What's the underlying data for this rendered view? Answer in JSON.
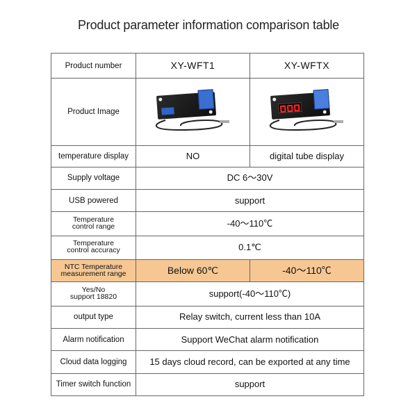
{
  "title": "Product parameter information comparison table",
  "header": {
    "label": "Product number",
    "col1": "XY-WFT1",
    "col2": "XY-WFTX"
  },
  "image_row": {
    "label": "Product Image",
    "col1_icon": "relay-board-without-display-photo",
    "col2_icon": "relay-board-with-red-digital-display-photo"
  },
  "rows": [
    {
      "label": "temperature display",
      "col1": "NO",
      "col2": "digital tube display"
    },
    {
      "label": "Supply voltage",
      "value": "DC 6～30V"
    },
    {
      "label": "USB powered",
      "value": "support"
    },
    {
      "label_line1": "Temperature",
      "label_line2": "control range",
      "value": "-40～110℃"
    },
    {
      "label_line1": "Temperature",
      "label_line2": "control accuracy",
      "value": "0.1℃"
    },
    {
      "label_line1": "NTC Temperature",
      "label_line2": "measurement range",
      "col1": "Below 60℃",
      "col2": "-40～110℃"
    },
    {
      "label_line1": "Yes/No",
      "label_line2": "support 18820",
      "value": "support(-40～110℃)"
    },
    {
      "label": "output type",
      "value": "Relay switch, current less than 10A"
    },
    {
      "label": "Alarm notification",
      "value": "Support WeChat alarm notification"
    },
    {
      "label": "Cloud data logging",
      "value": "15 days cloud record, can be exported at any time"
    },
    {
      "label": "Timer switch function",
      "value": "support"
    }
  ],
  "colors": {
    "highlight_row": "#f6c793",
    "border": "#666666",
    "relay_blue": "#3a6fd1",
    "display_red": "#ff2a2a"
  }
}
